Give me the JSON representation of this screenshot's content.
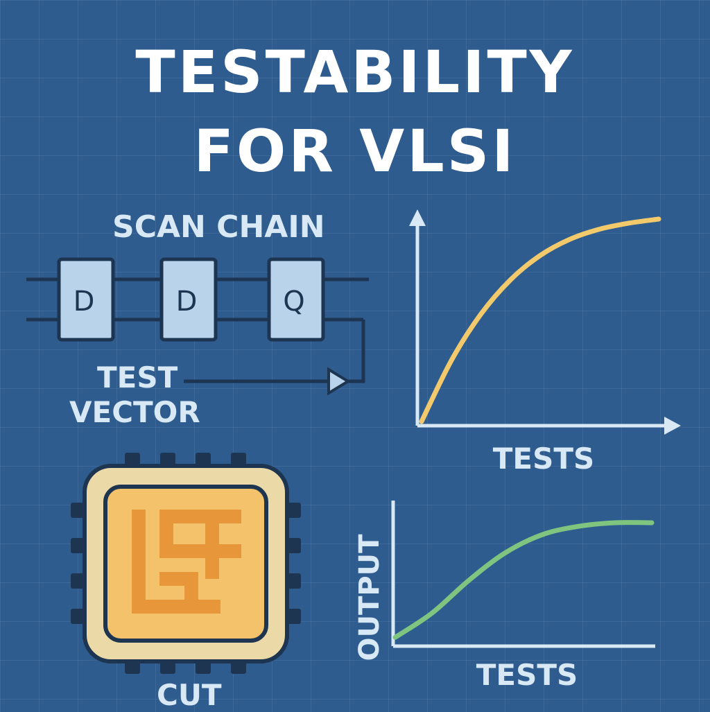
{
  "title": {
    "line1": "TESTABILITY",
    "line2": "FOR VLSI"
  },
  "scan_chain": {
    "label": "SCAN CHAIN",
    "flip_flops": [
      "D",
      "D",
      "Q"
    ],
    "input_label_line1": "TEST",
    "input_label_line2": "VECTOR"
  },
  "chip": {
    "label": "CUT"
  },
  "chart_data": [
    {
      "type": "line",
      "xlabel": "TESTS",
      "ylabel": "",
      "series": [
        {
          "values": [
            0,
            0.3,
            0.53,
            0.7,
            0.82,
            0.9,
            0.95,
            0.98,
            1.0
          ]
        }
      ],
      "color": "#f2c96b"
    },
    {
      "type": "line",
      "xlabel": "TESTS",
      "ylabel": "OUTPUT",
      "series": [
        {
          "values": [
            0.05,
            0.25,
            0.52,
            0.75,
            0.9,
            0.97,
            1.0,
            1.0
          ]
        }
      ],
      "color": "#7fc47f"
    }
  ],
  "colors": {
    "background": "#2e5c8f",
    "flip_flop_fill": "#b9d3ea",
    "wire": "#1d3550",
    "chip_outer": "#ecd9a8",
    "chip_inner": "#f4c26a",
    "chip_pattern": "#e8963a"
  }
}
